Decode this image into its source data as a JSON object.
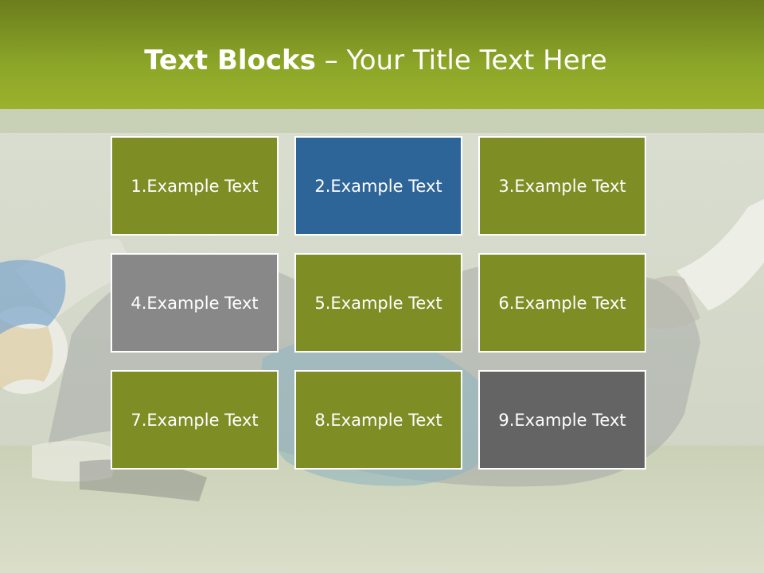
{
  "title": {
    "bold": "Text Blocks",
    "rest": " – Your Title Text Here"
  },
  "colors": {
    "olive": "#7f8d25",
    "blue": "#2e6598",
    "gray": "#888888",
    "dark_gray": "#646464",
    "header_top": "#6b7d1d",
    "header_bottom": "#9ab22c"
  },
  "blocks": [
    {
      "label": "1.Example Text",
      "color": "#7f8d25"
    },
    {
      "label": "2.Example Text",
      "color": "#2e6598"
    },
    {
      "label": "3.Example Text",
      "color": "#7f8d25"
    },
    {
      "label": "4.Example Text",
      "color": "#888888"
    },
    {
      "label": "5.Example Text",
      "color": "#7f8d25"
    },
    {
      "label": "6.Example Text",
      "color": "#7f8d25"
    },
    {
      "label": "7.Example Text",
      "color": "#7f8d25"
    },
    {
      "label": "8.Example Text",
      "color": "#7f8d25"
    },
    {
      "label": "9.Example Text",
      "color": "#646464"
    }
  ]
}
